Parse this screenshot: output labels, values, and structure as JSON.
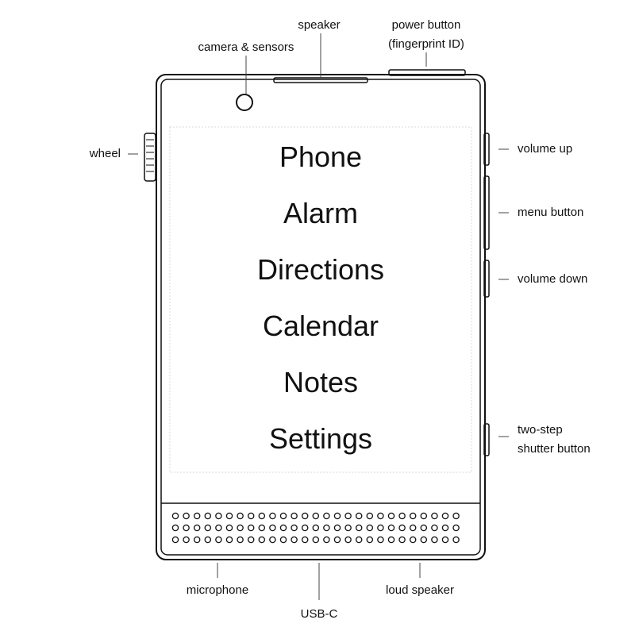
{
  "device": {
    "screen_menu": [
      "Phone",
      "Alarm",
      "Directions",
      "Calendar",
      "Notes",
      "Settings"
    ]
  },
  "callouts": {
    "speaker": "speaker",
    "camera": "camera & sensors",
    "power_line1": "power button",
    "power_line2": "(fingerprint ID)",
    "wheel": "wheel",
    "volume_up": "volume up",
    "menu_button": "menu button",
    "volume_down": "volume down",
    "shutter_line1": "two-step",
    "shutter_line2": "shutter button",
    "microphone": "microphone",
    "usb": "USB-C",
    "loud_speaker": "loud speaker"
  },
  "colors": {
    "stroke": "#111111",
    "screen_border": "#d8d8d8",
    "background": "#ffffff"
  },
  "icons": [
    "camera-icon",
    "wheel-icon",
    "speaker-grille-icon"
  ]
}
